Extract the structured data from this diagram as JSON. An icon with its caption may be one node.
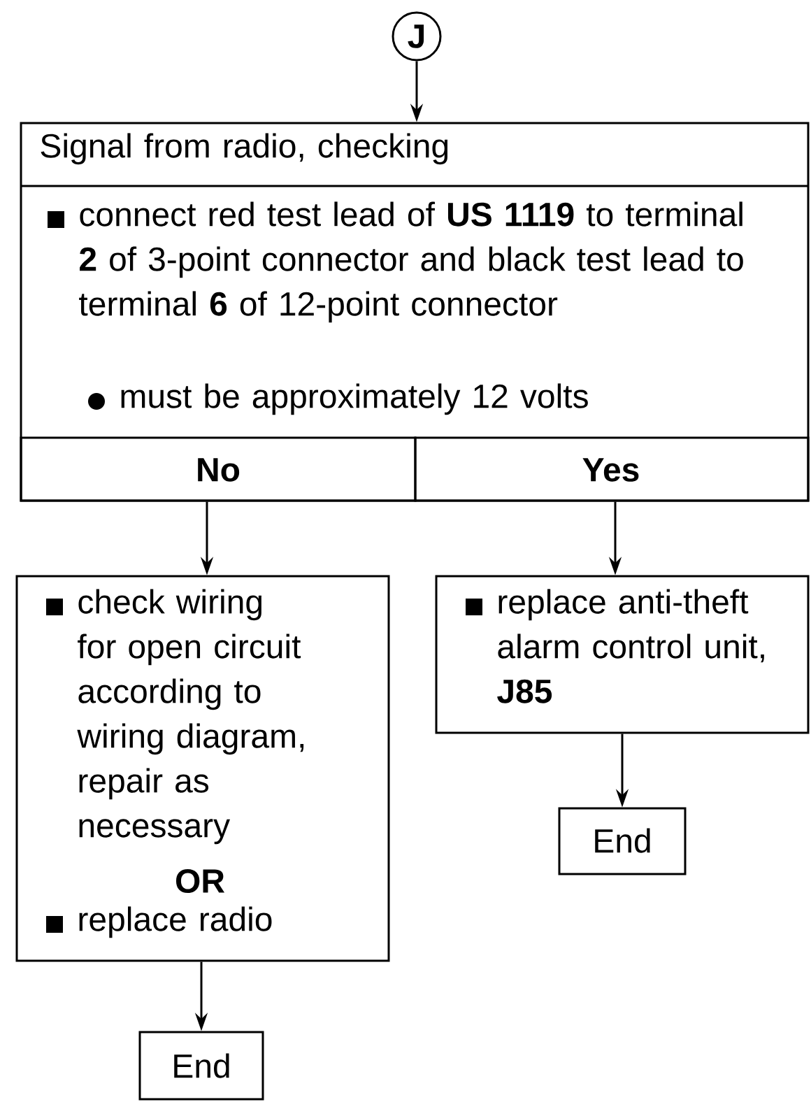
{
  "diagram": {
    "nodes": [
      {
        "text": [
          "J"
        ]
      },
      {
        "text": [
          "Signal from radio, checking",
          "connect red test lead of **US 1119** to terminal **2** of 3-point connector and black test lead to terminal **6** of 12-point connector",
          "must be approximately 12 volts"
        ]
      },
      {
        "text": [
          "No"
        ],
        "in": 1
      },
      {
        "text": [
          "Yes"
        ],
        "in": 1
      },
      {
        "text": [
          "check wiring for open circuit according to wiring diagram, repair as necessary",
          "OR",
          "replace radio"
        ]
      },
      {
        "text": [
          "replace anti-theft alarm control unit, **J85**"
        ]
      },
      {
        "text": [
          "End"
        ]
      },
      {
        "text": [
          "End"
        ]
      }
    ],
    "edges": [
      {
        "from": 0,
        "to": 1,
        "arrow": "to"
      },
      {
        "from": 2,
        "to": 4,
        "arrow": "to"
      },
      {
        "from": 3,
        "to": 5,
        "arrow": "to"
      },
      {
        "from": 4,
        "to": 6,
        "arrow": "to"
      },
      {
        "from": 5,
        "to": 7,
        "arrow": "to"
      }
    ]
  }
}
